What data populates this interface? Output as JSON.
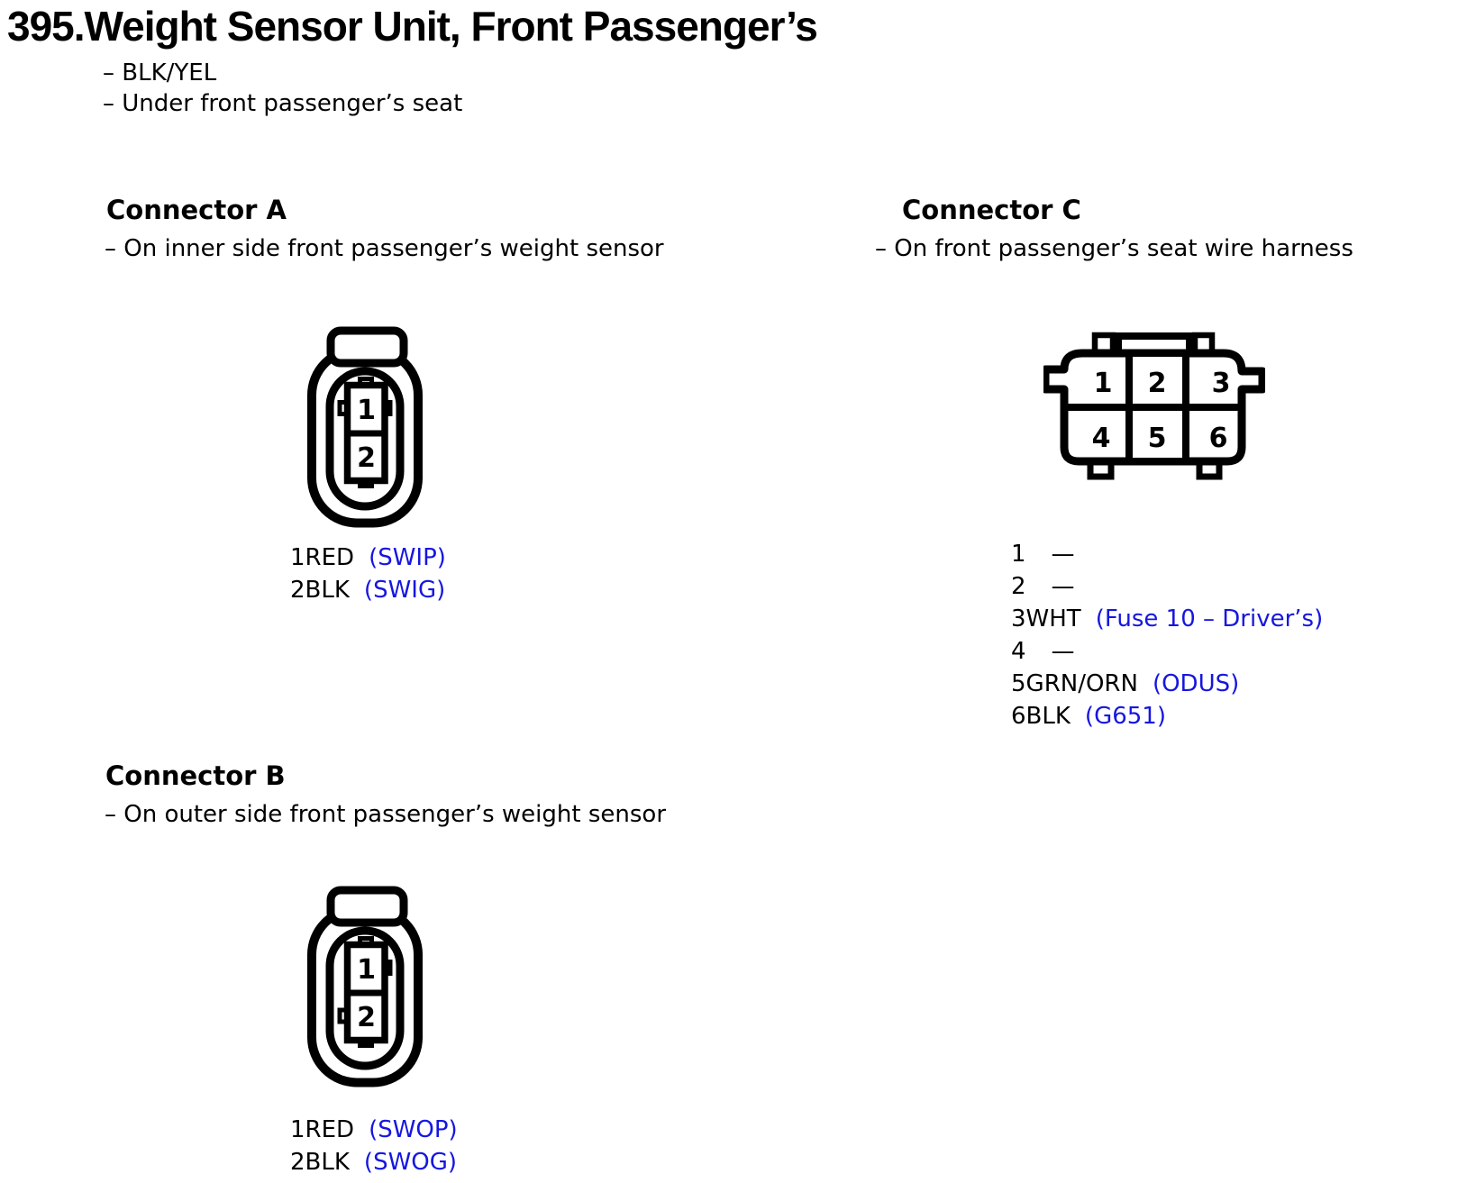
{
  "colors": {
    "link_blue": "#1616e0",
    "ink": "#000000"
  },
  "title": "395.Weight Sensor Unit, Front Passenger’s",
  "header_notes": [
    "– BLK/YEL",
    "– Under front passenger’s seat"
  ],
  "connector_a": {
    "heading": "Connector A",
    "note": "– On inner side front passenger’s weight sensor",
    "diagram_pins": [
      "1",
      "2"
    ],
    "pin_list": [
      {
        "wire": "1RED",
        "code": "(SWIP)"
      },
      {
        "wire": "2BLK",
        "code": "(SWIG)"
      }
    ]
  },
  "connector_b": {
    "heading": "Connector B",
    "note": "– On outer side front passenger’s weight sensor",
    "diagram_pins": [
      "1",
      "2"
    ],
    "pin_list": [
      {
        "wire": "1RED",
        "code": "(SWOP)"
      },
      {
        "wire": "2BLK",
        "code": "(SWOG)"
      }
    ]
  },
  "connector_c": {
    "heading": "Connector C",
    "note": "– On front passenger’s seat wire harness",
    "diagram_pins": [
      "1",
      "2",
      "3",
      "4",
      "5",
      "6"
    ],
    "pin_list": [
      {
        "wire": "1",
        "dash": "—"
      },
      {
        "wire": "2",
        "dash": "—"
      },
      {
        "wire": "3WHT",
        "code": "(Fuse 10 – Driver’s)"
      },
      {
        "wire": "4",
        "dash": "—"
      },
      {
        "wire": "5GRN/ORN",
        "code": "(ODUS)"
      },
      {
        "wire": "6BLK",
        "code": "(G651)"
      }
    ]
  }
}
